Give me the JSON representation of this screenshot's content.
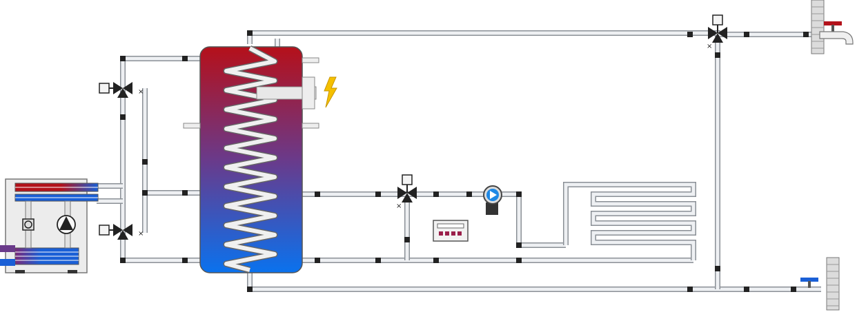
{
  "colors": {
    "background": "#ffffff",
    "pipe_fill": "#eef0f3",
    "pipe_edge": "#8a8f96",
    "joint": "#222222",
    "tank_hot": "#b5101a",
    "tank_mid": "#6a3a8a",
    "tank_cold": "#0a72ee",
    "coil": "#f0f0f0",
    "hot_water": "#b3121b",
    "cold_water": "#1a5fd6",
    "bolt": "#f5c000",
    "pump": "#1e88e5",
    "display_led": "#9a1f4a",
    "wall": "#dcdcdc"
  },
  "icons": {
    "heat_pump": "heat-pump-unit-icon",
    "storage_tank": "storage-tank-icon",
    "electric_heater": "lightning-bolt-icon",
    "circulation_pump": "circulation-pump-icon",
    "mixing_valve": "three-way-valve-icon",
    "controller": "controller-display-icon",
    "hot_tap": "hot-water-tap-icon",
    "cold_tap": "cold-water-tap-icon",
    "floor_heating": "floor-heating-loop-icon"
  },
  "components": [
    "heat-pump",
    "upper-diverter-valve",
    "lower-diverter-valve",
    "storage-tank",
    "immersion-heater",
    "floor-mixing-valve",
    "floor-pump",
    "controller",
    "floor-heating-loop",
    "dhw-mixing-valve",
    "hot-water-outlet",
    "cold-water-inlet"
  ]
}
